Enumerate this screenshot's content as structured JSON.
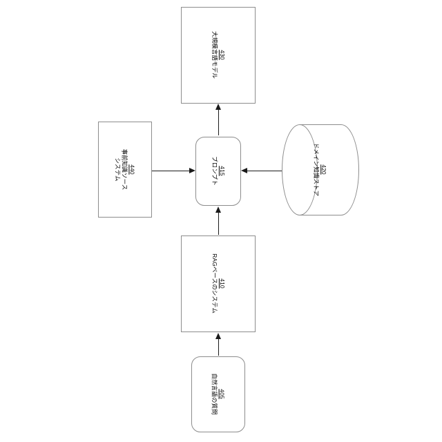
{
  "diagram": {
    "type": "flowchart",
    "orientation": "rotated-90-clockwise",
    "page_background": "#ffffff",
    "line_color": "#8c8c8c",
    "arrow_color": "#1a1a1a",
    "nodes": [
      {
        "id": "llm",
        "ref": "430",
        "caption": "大規模言語モデル",
        "shape": "rectangle"
      },
      {
        "id": "prompt",
        "ref": "415",
        "caption": "プロンプト",
        "shape": "rounded-rectangle"
      },
      {
        "id": "prior-knowledge-source",
        "ref": "440",
        "caption_line1": "事前知識ソース",
        "caption_line2": "システム",
        "shape": "rectangle"
      },
      {
        "id": "domain-knowledge-store",
        "ref": "420",
        "caption": "ドメイン知識ストア",
        "shape": "cylinder"
      },
      {
        "id": "rag-system",
        "ref": "410",
        "caption": "RAGベースのシステム",
        "shape": "rectangle"
      },
      {
        "id": "natural-language-question",
        "ref": "405",
        "caption": "自然言語の質問",
        "shape": "rounded-rectangle"
      }
    ],
    "edges": [
      {
        "id": "e1",
        "from": "natural-language-question",
        "to": "rag-system",
        "direction": "up"
      },
      {
        "id": "e2",
        "from": "rag-system",
        "to": "prompt",
        "direction": "up"
      },
      {
        "id": "e3",
        "from": "prior-knowledge-source",
        "to": "prompt",
        "direction": "right"
      },
      {
        "id": "e4",
        "from": "domain-knowledge-store",
        "to": "prompt",
        "direction": "left"
      },
      {
        "id": "e5",
        "from": "prompt",
        "to": "llm",
        "direction": "up"
      }
    ]
  }
}
